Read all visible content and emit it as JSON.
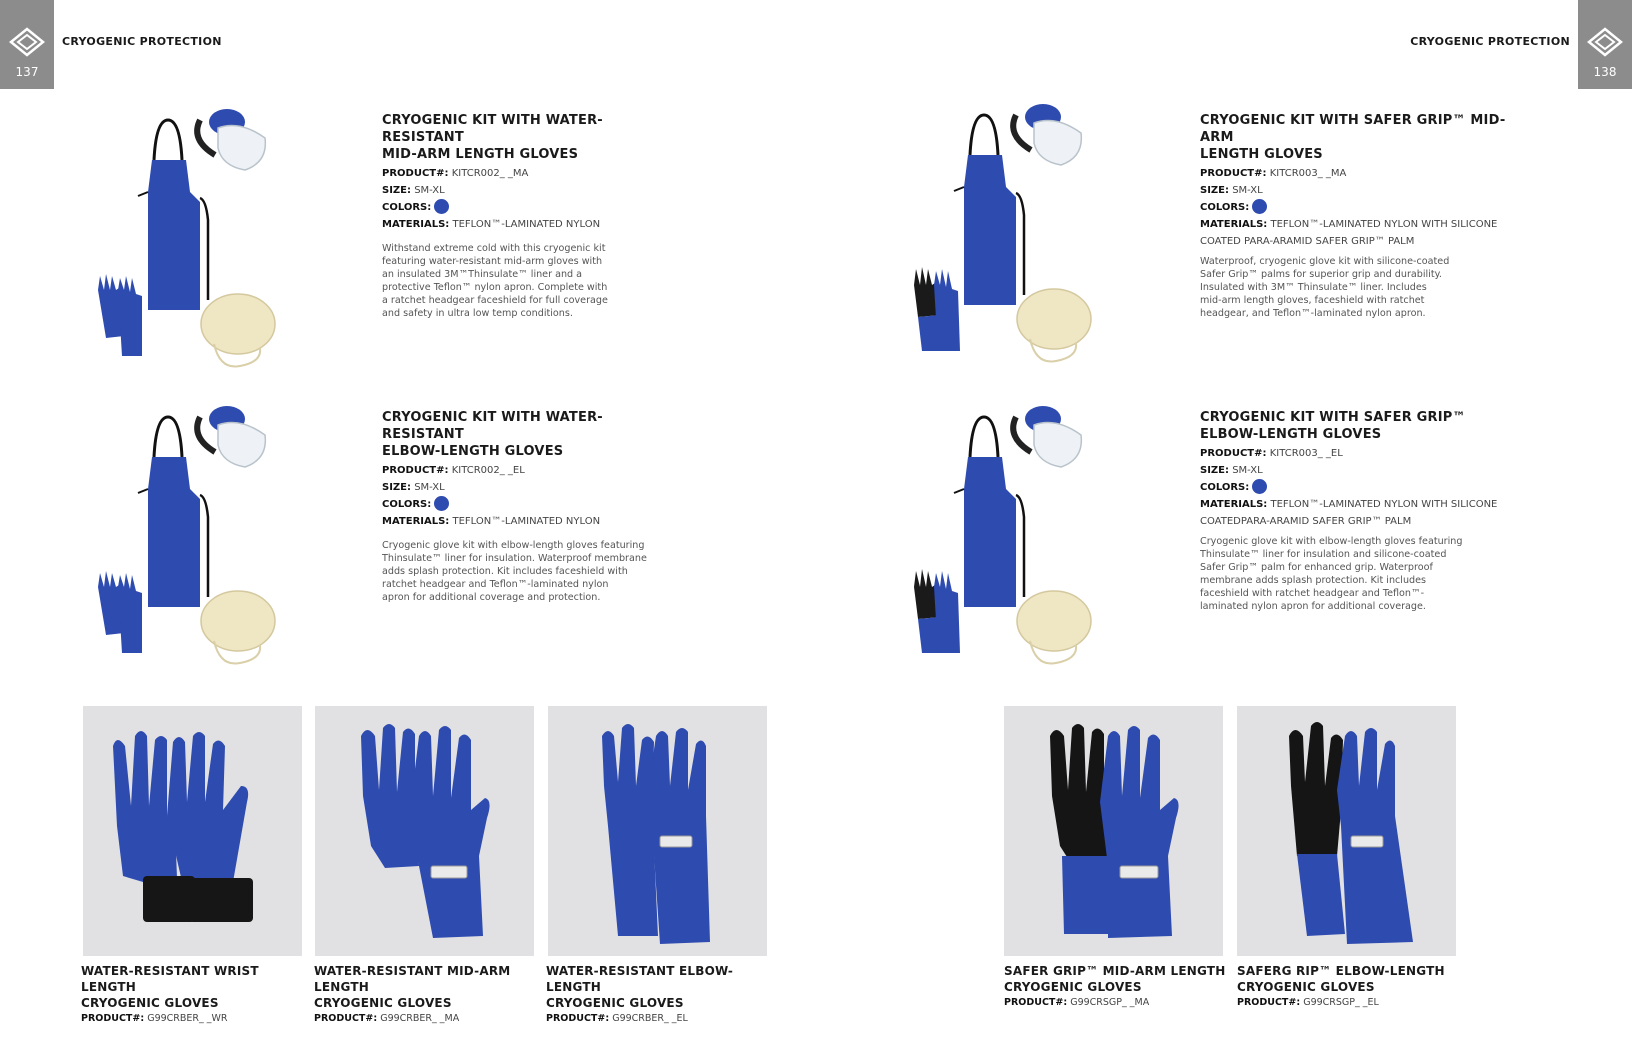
{
  "header": {
    "left_page_number": "137",
    "right_page_number": "138",
    "left_section": "CRYOGENIC PROTECTION",
    "right_section": "CRYOGENIC PROTECTION"
  },
  "labels": {
    "product": "PRODUCT#:",
    "size": "SIZE:",
    "colors": "COLORS:",
    "materials": "MATERIALS:"
  },
  "colors": {
    "royal_blue": "#2e4bb0",
    "page_tab": "#8c8c8c",
    "tile_bg": "#e1e1e3"
  },
  "kits": [
    {
      "title_line1": "CRYOGENIC KIT WITH WATER-RESISTANT",
      "title_line2": "MID-ARM LENGTH GLOVES",
      "product": "KITCR002_ _MA",
      "size": "SM-XL",
      "materials_line1": "TEFLON™-LAMINATED NYLON",
      "materials_line2": "",
      "description": "Withstand extreme cold with this cryogenic kit\nfeaturing water-resistant mid-arm gloves with\nan insulated 3M™Thinsulate™ liner and a\nprotective Teflon™ nylon apron. Complete with\na ratchet headgear faceshield for full coverage\nand safety in ultra low temp conditions."
    },
    {
      "title_line1": "CRYOGENIC KIT WITH WATER-RESISTANT",
      "title_line2": "ELBOW-LENGTH GLOVES",
      "product": "KITCR002_ _EL",
      "size": "SM-XL",
      "materials_line1": "TEFLON™-LAMINATED NYLON",
      "materials_line2": "",
      "description": "Cryogenic glove kit with elbow-length gloves featuring\nThinsulate™ liner for insulation. Waterproof membrane\nadds splash protection. Kit includes faceshield with\nratchet headgear and Teflon™-laminated nylon\napron for additional coverage and protection."
    },
    {
      "title_line1": "CRYOGENIC KIT WITH SAFER GRIP™ MID-ARM",
      "title_line2": "LENGTH GLOVES",
      "product": "KITCR003_ _MA",
      "size": "SM-XL",
      "materials_line1": "TEFLON™-LAMINATED NYLON WITH SILICONE",
      "materials_line2": "COATED PARA-ARAMID SAFER GRIP™ PALM",
      "description": "Waterproof, cryogenic glove kit with silicone-coated\nSafer Grip™ palms for superior grip and durability.\nInsulated with 3M™ Thinsulate™ liner. Includes\nmid-arm length gloves, faceshield with ratchet\nheadgear, and Teflon™-laminated nylon apron."
    },
    {
      "title_line1": "CRYOGENIC KIT WITH SAFER GRIP™",
      "title_line2": "ELBOW-LENGTH GLOVES",
      "product": "KITCR003_ _EL",
      "size": "SM-XL",
      "materials_line1": "TEFLON™-LAMINATED NYLON WITH SILICONE",
      "materials_line2": "COATEDPARA-ARAMID SAFER GRIP™ PALM",
      "description": "Cryogenic glove kit with elbow-length gloves featuring\nThinsulate™ liner for insulation and silicone-coated\nSafer Grip™ palm for enhanced grip. Waterproof\nmembrane adds splash protection. Kit includes\nfaceshield with ratchet headgear and Teflon™-\nlaminated nylon apron for additional coverage."
    }
  ],
  "gloves": [
    {
      "title_line1": "WATER-RESISTANT WRIST LENGTH",
      "title_line2": "CRYOGENIC GLOVES",
      "product": "G99CRBER_ _WR"
    },
    {
      "title_line1": "WATER-RESISTANT MID-ARM LENGTH",
      "title_line2": "CRYOGENIC GLOVES",
      "product": "G99CRBER_ _MA"
    },
    {
      "title_line1": "WATER-RESISTANT ELBOW-LENGTH",
      "title_line2": "CRYOGENIC GLOVES",
      "product": "G99CRBER_ _EL"
    },
    {
      "title_line1": "SAFER GRIP™ MID-ARM LENGTH",
      "title_line2": "CRYOGENIC GLOVES",
      "product": "G99CRSGP_ _MA"
    },
    {
      "title_line1": "SAFERG RIP™ ELBOW-LENGTH",
      "title_line2": "CRYOGENIC GLOVES",
      "product": "G99CRSGP_ _EL"
    }
  ]
}
